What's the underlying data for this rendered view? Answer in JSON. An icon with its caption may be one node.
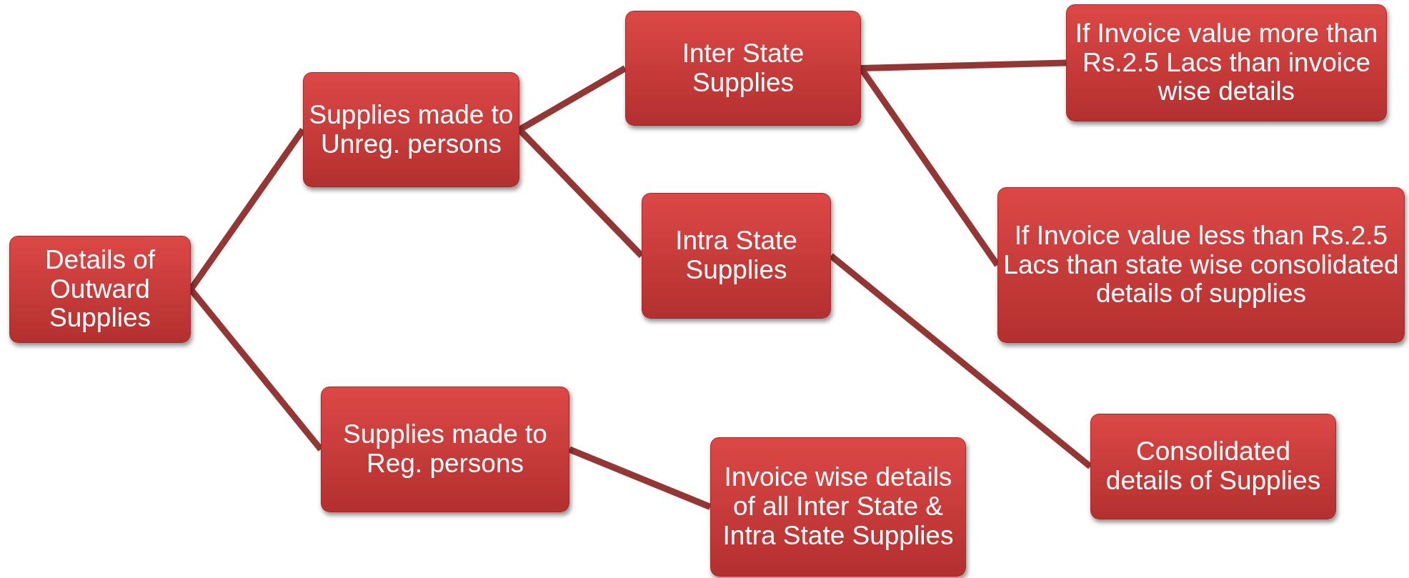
{
  "diagram": {
    "nodes": [
      {
        "text": [
          "Details of Outward Supplies"
        ]
      },
      {
        "text": [
          "Supplies made to Unreg. persons"
        ]
      },
      {
        "text": [
          "Supplies made to Reg. persons"
        ]
      },
      {
        "text": [
          "Inter State Supplies"
        ]
      },
      {
        "text": [
          "Intra State Supplies"
        ]
      },
      {
        "text": [
          "Invoice wise details of all Inter State & Intra State Supplies"
        ]
      },
      {
        "text": [
          "If Invoice value more than Rs.2.5 Lacs than invoice wise details"
        ]
      },
      {
        "text": [
          "If Invoice value less than Rs.2.5 Lacs than state wise consolidated details of supplies"
        ]
      },
      {
        "text": [
          "Consolidated details of Supplies"
        ]
      }
    ],
    "edges": [
      {
        "from": 0,
        "to": 1,
        "arrow": "none"
      },
      {
        "from": 0,
        "to": 2,
        "arrow": "none"
      },
      {
        "from": 1,
        "to": 3,
        "arrow": "none"
      },
      {
        "from": 1,
        "to": 4,
        "arrow": "none"
      },
      {
        "from": 2,
        "to": 5,
        "arrow": "none"
      },
      {
        "from": 3,
        "to": 6,
        "arrow": "none"
      },
      {
        "from": 3,
        "to": 7,
        "arrow": "none"
      },
      {
        "from": 4,
        "to": 8,
        "arrow": "none"
      }
    ]
  }
}
